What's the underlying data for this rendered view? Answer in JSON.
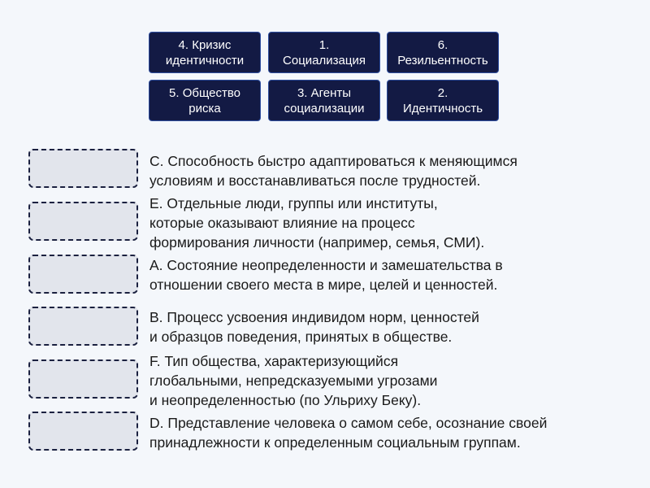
{
  "terms": [
    {
      "label": "4. Кризис\nидентичности"
    },
    {
      "label": "1.\nСоциализация"
    },
    {
      "label": "6.\nРезильентность"
    },
    {
      "label": "5. Общество\nриска"
    },
    {
      "label": "3. Агенты\nсоциализации"
    },
    {
      "label": "2.\nИдентичность"
    }
  ],
  "definitions": [
    {
      "text": "C. Способность быстро адаптироваться к меняющимся\nусловиям и восстанавливаться после трудностей."
    },
    {
      "text": "E. Отдельные люди, группы или институты,\nкоторые оказывают влияние на процесс\nформирования личности (например, семья, СМИ)."
    },
    {
      "text": "A. Состояние неопределенности и замешательства в\nотношении своего места в мире, целей и ценностей."
    },
    {
      "text": "B. Процесс усвоения индивидом норм, ценностей\nи образцов поведения, принятых в обществе."
    },
    {
      "text": "F. Тип общества, характеризующийся\nглобальными, непредсказуемыми угрозами\nи неопределенностью (по Ульриху Беку)."
    },
    {
      "text": "D. Представление человека о самом себе, осознание своей\nпринадлежности к определенным социальным группам."
    }
  ]
}
